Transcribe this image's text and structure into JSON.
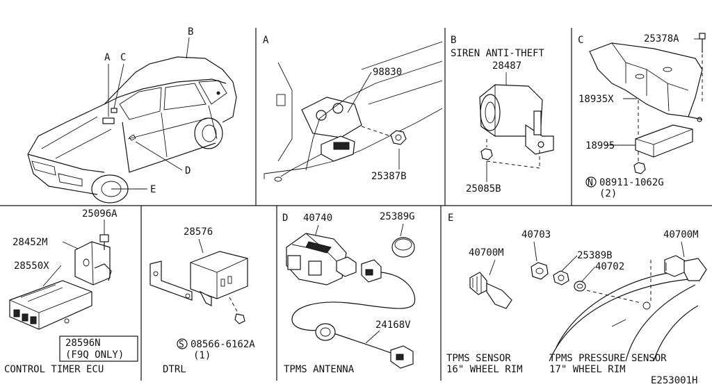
{
  "panels": {
    "car": {
      "callouts": {
        "a": "A",
        "b": "B",
        "c": "C",
        "d": "D",
        "e": "E"
      }
    },
    "a": {
      "letter": "A",
      "part1": "98830",
      "part2": "25387B"
    },
    "b": {
      "letter": "B",
      "title": "SIREN ANTI-THEFT",
      "part1": "28487",
      "part2": "25085B"
    },
    "c": {
      "letter": "C",
      "part1": "25378A",
      "part2": "18935X",
      "part3": "18995",
      "nut_symbol": "N",
      "nut_part": "08911-1062G",
      "nut_qty": "(2)"
    },
    "ctrl": {
      "part1": "25096A",
      "part2": "28452M",
      "part3": "28550X",
      "boxed1": "28596N",
      "boxed2": "(F9Q ONLY)",
      "caption": "CONTROL TIMER ECU"
    },
    "dtrl": {
      "part1": "28576",
      "screw_symbol": "S",
      "screw_part": "08566-6162A",
      "screw_qty": "(1)",
      "caption": "DTRL"
    },
    "d": {
      "letter": "D",
      "part1": "40740",
      "part2": "25389G",
      "part3": "24168V",
      "caption": "TPMS ANTENNA"
    },
    "e": {
      "letter": "E",
      "part1": "40703",
      "part2": "40700M",
      "part3": "25389B",
      "part4": "40702",
      "part5": "40700M",
      "caption1a": "TPMS SENSOR",
      "caption1b": "16\" WHEEL RIM",
      "caption2a": "TPMS PRESSURE SENSOR",
      "caption2b": "17\" WHEEL RIM"
    }
  },
  "drawing_code": "E253001H"
}
